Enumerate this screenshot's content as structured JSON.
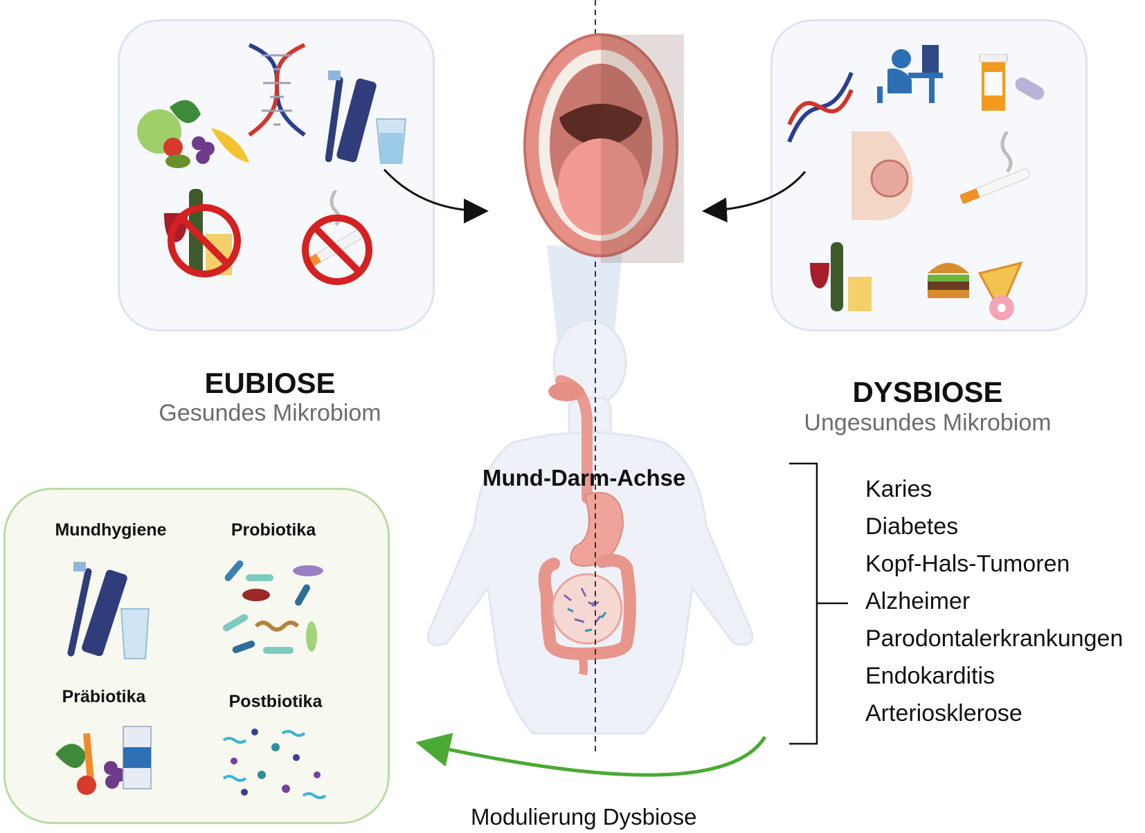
{
  "left": {
    "title": "EUBIOSE",
    "subtitle": "Gesundes Mikrobiom"
  },
  "right": {
    "title": "DYSBIOSE",
    "subtitle": "Ungesundes Mikrobiom"
  },
  "center": {
    "label": "Mund-Darm-Achse"
  },
  "diseases": [
    "Karies",
    "Diabetes",
    "Kopf-Hals-Tumoren",
    "Alzheimer",
    "Parodontalerkrankungen",
    "Endokarditis",
    "Arteriosklerose"
  ],
  "modulation": {
    "items": [
      "Mundhygiene",
      "Probiotika",
      "Präbiotika",
      "Postbiotika"
    ],
    "arrow_label": "Modulierung Dysbiose"
  },
  "colors": {
    "accent_green": "#5ab63c",
    "panel_border": "#dde4f0",
    "mod_border": "#b9dca4",
    "mouth": "#e58f85",
    "tooth": "#f5f0ea"
  },
  "icons": [
    "vegetables-icon",
    "dna-icon",
    "toothbrush-icon",
    "water-glass-icon",
    "no-alcohol-icon",
    "no-smoking-icon",
    "stressed-worker-icon",
    "pill-bottle-icon",
    "pregnancy-icon",
    "cigarette-icon",
    "alcohol-icon",
    "fast-food-icon",
    "bacteria-icon",
    "prebiotic-food-icon",
    "postbiotic-particles-icon",
    "mouth-icon",
    "body-icon"
  ]
}
